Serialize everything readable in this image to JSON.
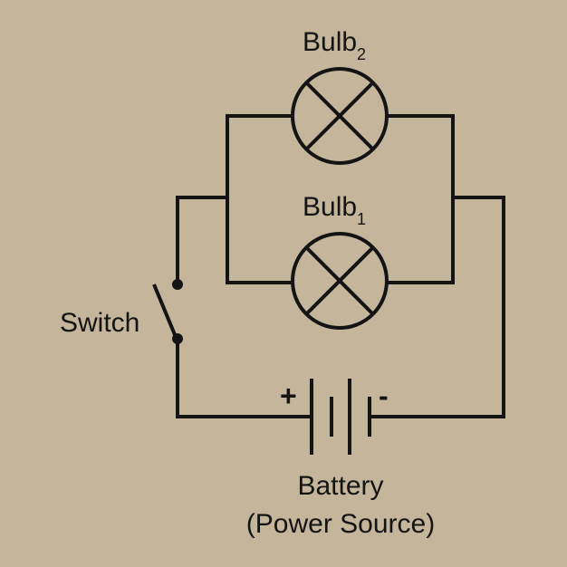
{
  "labels": {
    "bulb2": {
      "text": "Bulb",
      "subscript": "2"
    },
    "bulb1": {
      "text": "Bulb",
      "subscript": "1"
    },
    "switch": "Switch",
    "battery": "Battery",
    "battery_note": "(Power Source)",
    "positive": "+",
    "negative": "-"
  },
  "colors": {
    "background": "#c4b59b",
    "line": "#141414"
  }
}
